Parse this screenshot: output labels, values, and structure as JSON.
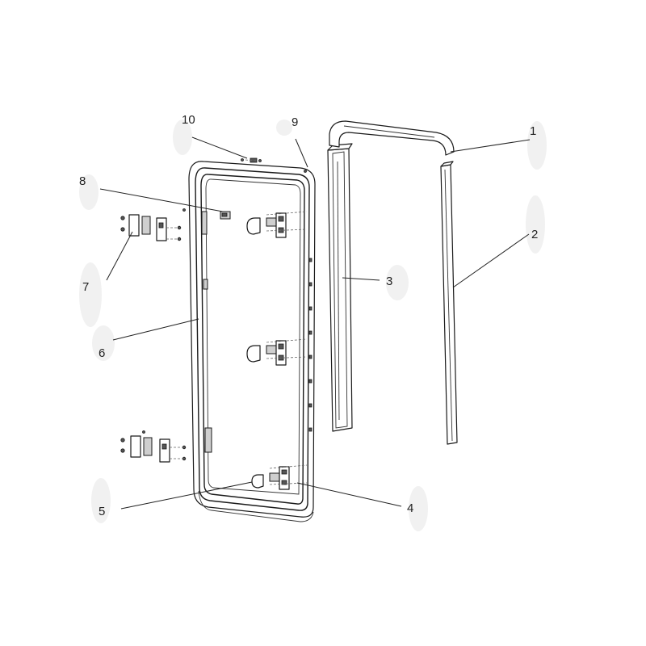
{
  "callouts": [
    {
      "id": "1",
      "text": "1"
    },
    {
      "id": "2",
      "text": "2"
    },
    {
      "id": "3",
      "text": "3"
    },
    {
      "id": "4",
      "text": "4"
    },
    {
      "id": "5",
      "text": "5"
    },
    {
      "id": "6",
      "text": "6"
    },
    {
      "id": "7",
      "text": "7"
    },
    {
      "id": "8",
      "text": "8"
    },
    {
      "id": "9",
      "text": "9"
    },
    {
      "id": "10",
      "text": "10"
    }
  ],
  "colors": {
    "line": "#1a1a1a",
    "background": "#ffffff",
    "watermark": "#f1f1f1"
  }
}
